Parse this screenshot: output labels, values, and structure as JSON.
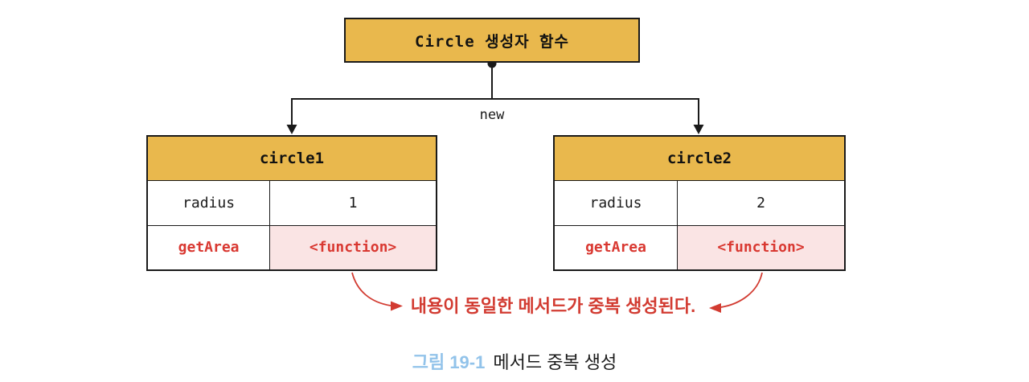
{
  "colors": {
    "gold": "#E9B84D",
    "pink_highlight": "#FAE4E4",
    "red_accent": "#D93831",
    "caption_blue": "#92C3EA",
    "line_black": "#1a1a1a",
    "background": "#ffffff"
  },
  "constructor_box": {
    "label": "Circle 생성자 함수"
  },
  "connector": {
    "operator_label": "new"
  },
  "instances": [
    {
      "title": "circle1",
      "rows": [
        {
          "key": "radius",
          "value": "1"
        },
        {
          "key": "getArea",
          "value": "<function>"
        }
      ]
    },
    {
      "title": "circle2",
      "rows": [
        {
          "key": "radius",
          "value": "2"
        },
        {
          "key": "getArea",
          "value": "<function>"
        }
      ]
    }
  ],
  "annotation": {
    "text": "내용이 동일한 메서드가 중복 생성된다."
  },
  "caption": {
    "figure_label": "그림 19-1",
    "title": "메서드 중복 생성"
  }
}
